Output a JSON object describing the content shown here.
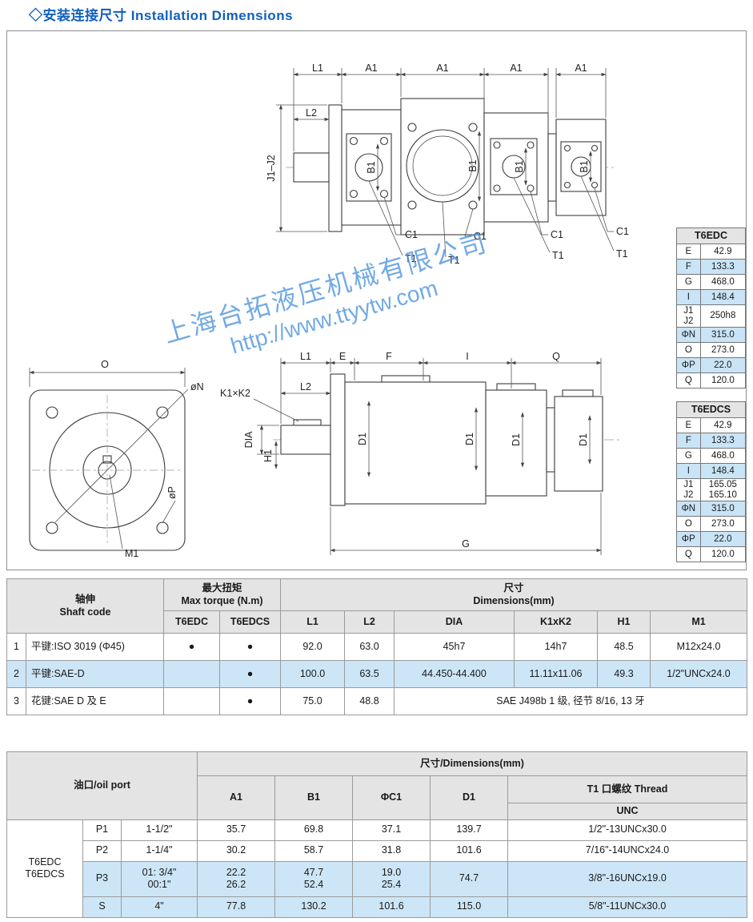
{
  "page": {
    "title": "◇安装连接尺寸 Installation Dimensions"
  },
  "watermark": {
    "line1": "上海台拓液压机械有限公司",
    "line2": "http://www.ttyytw.com"
  },
  "drawing_labels": {
    "l1": "L1",
    "l2": "L2",
    "a1": "A1",
    "b1": "B1",
    "c1": "C1",
    "t1": "T1",
    "j1j2": "J1–J2",
    "o": "O",
    "phi_n": "øN",
    "phi_p": "øP",
    "m1": "M1",
    "dia": "DIA",
    "h1": "H1",
    "k1k2": "K1×K2",
    "e": "E",
    "f": "F",
    "i": "I",
    "q": "Q",
    "d1": "D1",
    "g": "G"
  },
  "side_tables": [
    {
      "title": "T6EDC",
      "rows": [
        {
          "label": "E",
          "value": "42.9"
        },
        {
          "label": "F",
          "value": "133.3"
        },
        {
          "label": "G",
          "value": "468.0"
        },
        {
          "label": "I",
          "value": "148.4"
        },
        {
          "label": "J1\nJ2",
          "value": "250h8"
        },
        {
          "label": "ΦN",
          "value": "315.0"
        },
        {
          "label": "O",
          "value": "273.0"
        },
        {
          "label": "ΦP",
          "value": "22.0"
        },
        {
          "label": "Q",
          "value": "120.0"
        }
      ]
    },
    {
      "title": "T6EDCS",
      "rows": [
        {
          "label": "E",
          "value": "42.9"
        },
        {
          "label": "F",
          "value": "133.3"
        },
        {
          "label": "G",
          "value": "468.0"
        },
        {
          "label": "I",
          "value": "148.4"
        },
        {
          "label": "J1\nJ2",
          "value": "165.05\n165.10"
        },
        {
          "label": "ΦN",
          "value": "315.0"
        },
        {
          "label": "O",
          "value": "273.0"
        },
        {
          "label": "ΦP",
          "value": "22.0"
        },
        {
          "label": "Q",
          "value": "120.0"
        }
      ]
    }
  ],
  "shaft_table": {
    "header": {
      "shaft_code": "轴伸\nShaft code",
      "max_torque": "最大扭矩\nMax torque (N.m)",
      "dimensions": "尺寸\nDimensions(mm)",
      "t6edc": "T6EDC",
      "t6edcs": "T6EDCS",
      "cols": [
        "L1",
        "L2",
        "DIA",
        "K1xK2",
        "H1",
        "M1"
      ]
    },
    "rows": [
      {
        "no": "1",
        "name": "平键:ISO 3019 (Φ45)",
        "t6edc": "●",
        "t6edcs": "●",
        "l1": "92.0",
        "l2": "63.0",
        "dia": "45h7",
        "k1k2": "14h7",
        "h1": "48.5",
        "m1": "M12x24.0"
      },
      {
        "no": "2",
        "name": "平键:SAE-D",
        "t6edc": "",
        "t6edcs": "●",
        "l1": "100.0",
        "l2": "63.5",
        "dia": "44.450-44.400",
        "k1k2": "11.11x11.06",
        "h1": "49.3",
        "m1": "1/2\"UNCx24.0"
      },
      {
        "no": "3",
        "name": "花键:SAE D 及 E",
        "t6edc": "",
        "t6edcs": "●",
        "l1": "75.0",
        "l2": "48.8",
        "spline_spec": "SAE J498b 1 级, 径节 8/16, 13 牙"
      }
    ]
  },
  "port_table": {
    "header": {
      "oil_port": "油口/oil port",
      "dimensions": "尺寸/Dimensions(mm)",
      "a1": "A1",
      "b1": "B1",
      "c1": "ΦC1",
      "d1": "D1",
      "thread": "T1 口螺纹 Thread",
      "unc": "UNC"
    },
    "group": "T6EDC\nT6EDCS",
    "rows": [
      {
        "port": "P1",
        "size": "1-1/2\"",
        "a1": "35.7",
        "b1": "69.8",
        "c1": "37.1",
        "d1": "139.7",
        "unc": "1/2\"-13UNCx30.0"
      },
      {
        "port": "P2",
        "size": "1-1/4\"",
        "a1": "30.2",
        "b1": "58.7",
        "c1": "31.8",
        "d1": "101.6",
        "unc": "7/16\"-14UNCx24.0"
      },
      {
        "port": "P3",
        "size": "01: 3/4\"\n00:1\"",
        "a1": "22.2\n26.2",
        "b1": "47.7\n52.4",
        "c1": "19.0\n25.4",
        "d1": "74.7",
        "unc": "3/8\"-16UNCx19.0"
      },
      {
        "port": "S",
        "size": "4\"",
        "a1": "77.8",
        "b1": "130.2",
        "c1": "101.6",
        "d1": "115.0",
        "unc": "5/8\"-11UNCx30.0"
      }
    ]
  },
  "colors": {
    "title_blue": "#1160bd",
    "row_blue": "#cde6f7",
    "header_gray": "#e4e4e4",
    "watermark_blue": "#4b93dd"
  }
}
